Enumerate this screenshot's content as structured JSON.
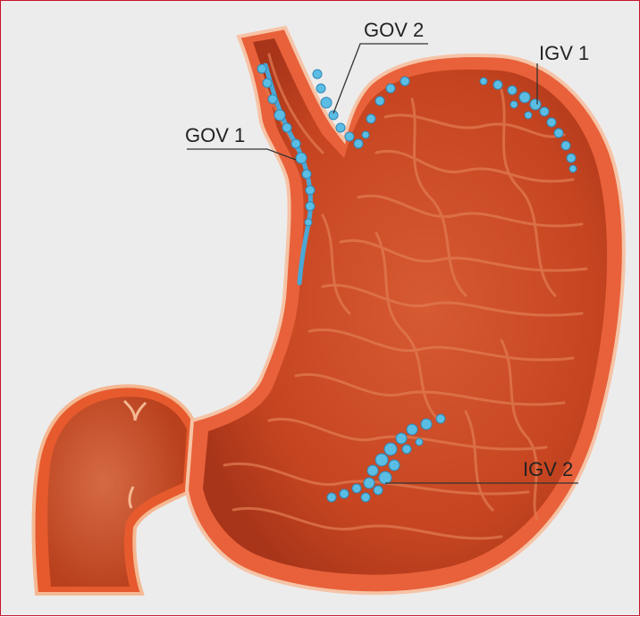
{
  "diagram": {
    "labels": {
      "gov1": "GOV 1",
      "gov2": "GOV 2",
      "igv1": "IGV 1",
      "igv2": "IGV 2"
    }
  },
  "colors": {
    "background": "#ececec",
    "border": "#c8102e",
    "wall_outer": "#e2582e",
    "wall_highlight": "#f6c3a6",
    "mucosa": "#c9461f",
    "rugae": "#e27a52",
    "varices": "#4fb3dd",
    "leader_line": "#333333"
  }
}
